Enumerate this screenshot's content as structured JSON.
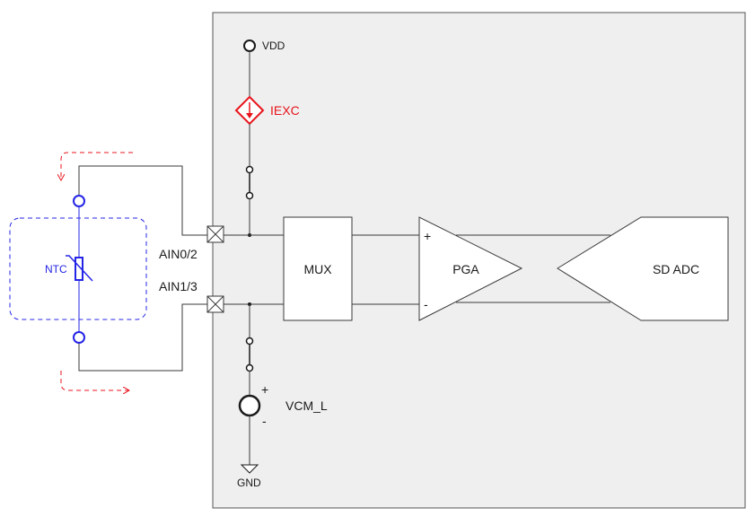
{
  "labels": {
    "vdd": "VDD",
    "iexc": "IEXC",
    "ain_top": "AIN0/2",
    "ain_bottom": "AIN1/3",
    "mux": "MUX",
    "pga": "PGA",
    "sdadc": "SD ADC",
    "pga_plus": "+",
    "pga_minus": "-",
    "vcm": "VCM_L",
    "vcm_plus": "+",
    "vcm_minus": "-",
    "gnd": "GND",
    "ntc": "NTC"
  },
  "colors": {
    "chip_fill": "#efefef",
    "chip_border": "#555555",
    "wire": "#3a3a3a",
    "iexc": "#e8141c",
    "sensor": "#2424e6",
    "arrow": "#e8141c"
  }
}
